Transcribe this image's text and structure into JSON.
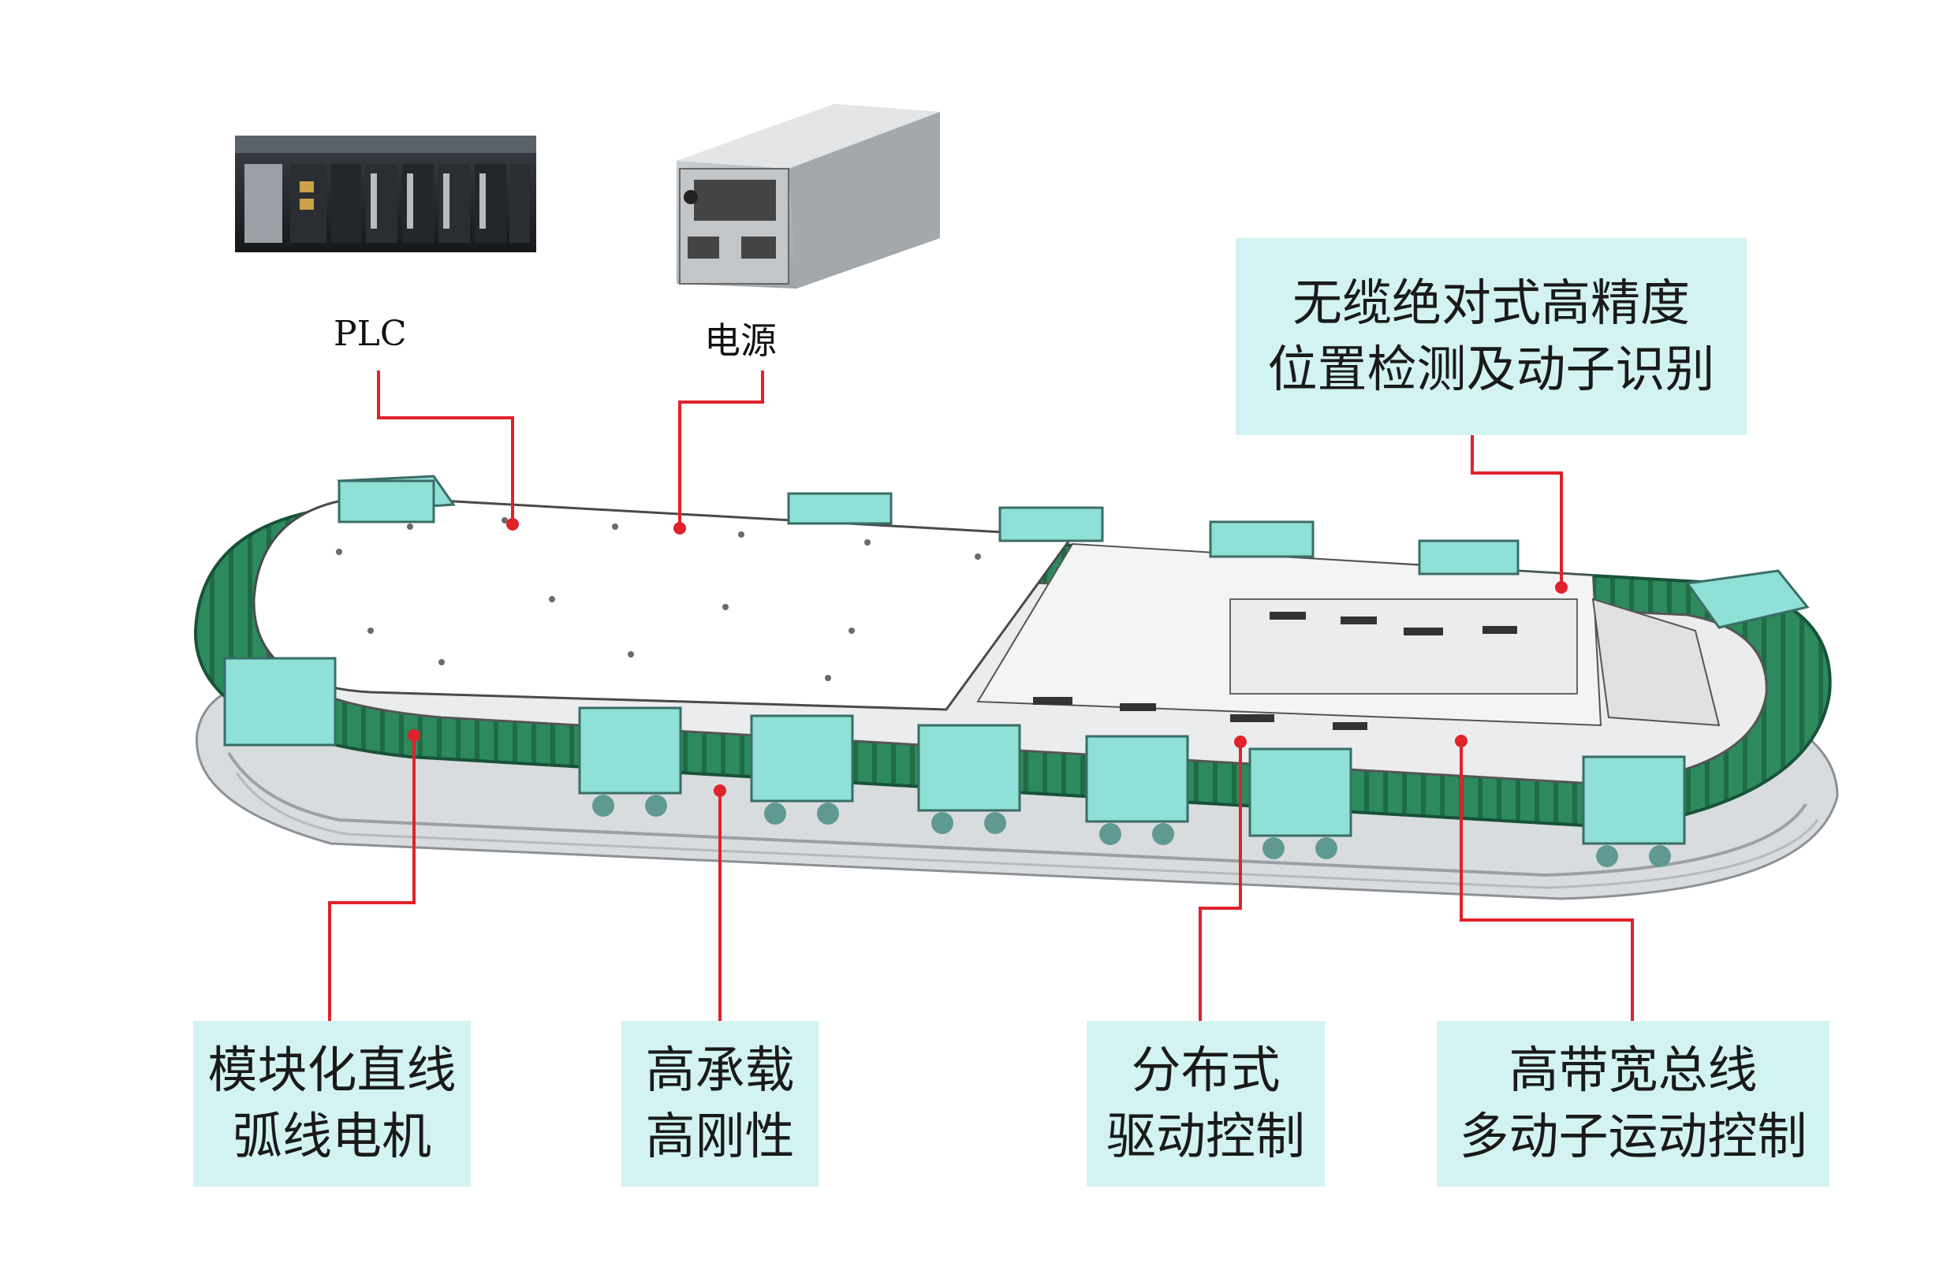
{
  "devices": {
    "plc": {
      "label": "PLC"
    },
    "power": {
      "label": "电源"
    }
  },
  "callouts": {
    "position": {
      "line1": "无缆绝对式高精度",
      "line2": "位置检测及动子识别"
    },
    "motor": {
      "line1": "模块化直线",
      "line2": "弧线电机"
    },
    "load": {
      "line1": "高承载",
      "line2": "高刚性"
    },
    "drive": {
      "line1": "分布式",
      "line2": "驱动控制"
    },
    "bus": {
      "line1": "高带宽总线",
      "line2": "多动子运动控制"
    }
  },
  "colors": {
    "leader_line": "#e0222b",
    "callout_fill": "#d2f3f1",
    "track_green": "#2c8a5c",
    "mover_cyan": "#8fe0d6"
  }
}
